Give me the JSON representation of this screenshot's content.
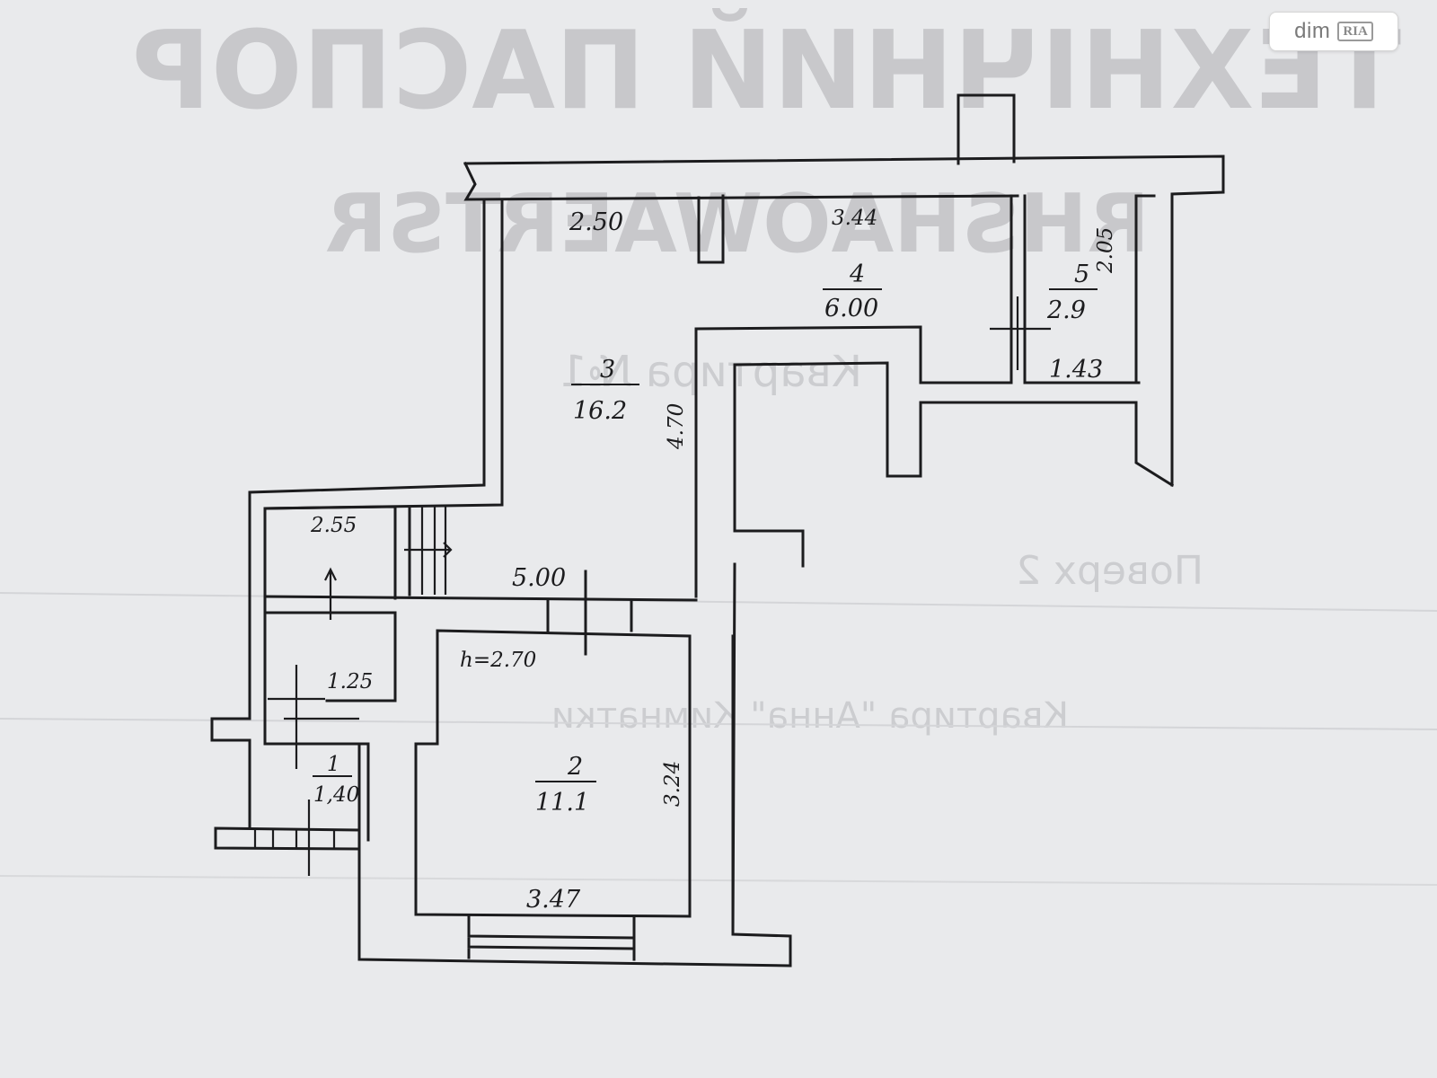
{
  "watermark": {
    "brand": "dim",
    "brand_suffix": "RIA"
  },
  "background_text": {
    "header_line1": "ТЕХНІЧНИЙ ПАСПОР",
    "header_line2": "RHSHAOWAERTSR",
    "sub1": "Квартира №1",
    "sub2": "Поверх 2",
    "sub3": "Квартира \"Анна\" Кимнатки"
  },
  "rooms": [
    {
      "number": "1",
      "area": "1,40"
    },
    {
      "number": "2",
      "area": "11.1"
    },
    {
      "number": "3",
      "area": "16.2"
    },
    {
      "number": "4",
      "area": "6.00"
    },
    {
      "number": "5",
      "area": "2.9"
    }
  ],
  "dimensions": {
    "d_250": "2.50",
    "d_344": "3.44",
    "d_205": "2.05",
    "d_143": "1.43",
    "d_470": "4.70",
    "d_255": "2.55",
    "d_500": "5.00",
    "d_125": "1.25",
    "d_324": "3.24",
    "d_347": "3.47",
    "ceiling": "h=2.70"
  },
  "colors": {
    "paper": "#e9eaec",
    "ink": "#1c1c1e",
    "watermark": "#c4c5c8"
  }
}
